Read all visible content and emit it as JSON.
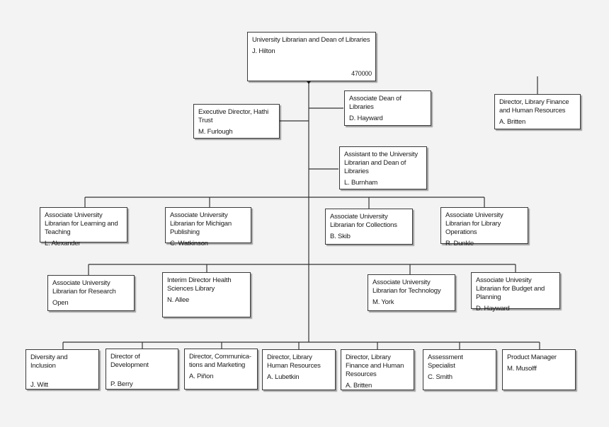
{
  "colors": {
    "background": "#f3f3f3",
    "line": "#333333",
    "box_border": "#3a3a3a"
  },
  "boxes": {
    "dean": {
      "title": "University Librarian and Dean of Libraries",
      "name": "J. Hilton",
      "code": "470000"
    },
    "assoc_dean": {
      "title": "Associate Dean of Libraries",
      "name": "D. Hayward"
    },
    "exec_hathi": {
      "title": "Executive Director, Hathi Trust",
      "name": "M. Furlough"
    },
    "dir_finance_top": {
      "title": "Director, Library Finance and Human Resources",
      "name": "A. Britten"
    },
    "assistant": {
      "title": "Assistant to the University Librarian and Dean of Libraries",
      "name": "L. Burnham"
    },
    "aul_learning": {
      "title": "Associate University Librarian for Learning and Teaching",
      "name": "L. Alexander"
    },
    "aul_publishing": {
      "title": "Associate University Librarian for Michigan Publishing",
      "name": "C. Watkinson"
    },
    "aul_collections": {
      "title": "Associate University Librarian for Collections",
      "name": "B. Skib"
    },
    "aul_operations": {
      "title": "Associate University Librarian for Library Operations",
      "name": "R. Dunkle"
    },
    "aul_research": {
      "title": "Associate University Librarian for Research",
      "name": "Open"
    },
    "health_sciences": {
      "title": "Interim Director Health Sciences Library",
      "name": "N. Allee"
    },
    "aul_technology": {
      "title": "Associate University Librarian for Technology",
      "name": "M. York"
    },
    "aul_budget": {
      "title": "Associate Univesity Librarian for Budget and Planning",
      "name": "D. Hayward"
    },
    "diversity": {
      "title": "Diversity and Inclusion",
      "name": "J. Witt"
    },
    "development": {
      "title": "Director of Development",
      "name": "P. Berry"
    },
    "communications": {
      "title": "Director, Communica-tions and Marketing",
      "name": "A. Piñon"
    },
    "human_resources": {
      "title": "Director, Library Human Resources",
      "name": "A. Lubetkin"
    },
    "finance_bottom": {
      "title": "Director, Library Finance and Human Resources",
      "name": "A. Britten"
    },
    "assessment": {
      "title": "Assessment Specialist",
      "name": "C. Smith"
    },
    "product_manager": {
      "title": "Product Manager",
      "name": "M. Musolff"
    }
  }
}
